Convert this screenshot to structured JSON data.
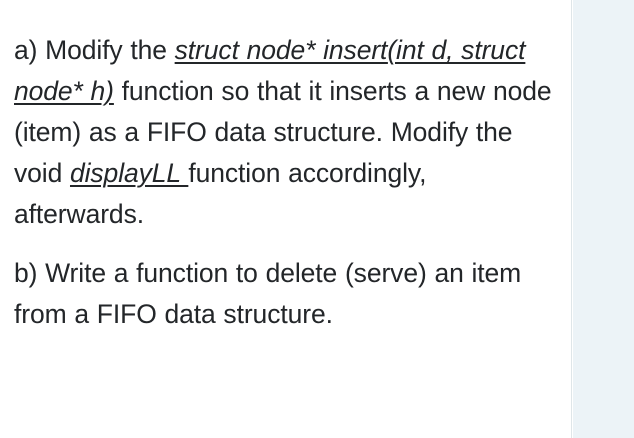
{
  "document": {
    "background_color": "#ffffff",
    "text_color": "#232629",
    "side_panel_color": "#ecf3f7",
    "divider_color": "#dfe6e9",
    "questions": [
      {
        "id": "a",
        "label": "a)",
        "segments": [
          {
            "style": "plain",
            "text": "a) Modify the "
          },
          {
            "style": "italic-underline",
            "text": "struct node* insert"
          },
          {
            "style": "italic-underline",
            "text": "(int d, struct node* h)"
          },
          {
            "style": "plain",
            "text": " function so that it inserts a new node (item) as a FIFO data structure. Modify the void "
          },
          {
            "style": "italic-underline",
            "text": "displayLL "
          },
          {
            "style": "plain",
            "text": "function accordingly, afterwards."
          }
        ],
        "plain_text": "a) Modify the struct node* insert(int d, struct node* h) function so that it inserts a new node (item) as a FIFO data structure. Modify the void displayLL function accordingly, afterwards.",
        "prefix_text": "a) Modify the ",
        "code_ref_1": "struct node* insert",
        "code_ref_2": "(int d, struct node* h)",
        "middle_text": " function so that it inserts a new node (item) as a FIFO data structure. Modify the void ",
        "code_ref_3": "displayLL ",
        "suffix_text": "function accordingly, afterwards."
      },
      {
        "id": "b",
        "label": "b)",
        "plain_text": "b) Write a function to delete (serve) an item from a FIFO data structure."
      }
    ]
  }
}
